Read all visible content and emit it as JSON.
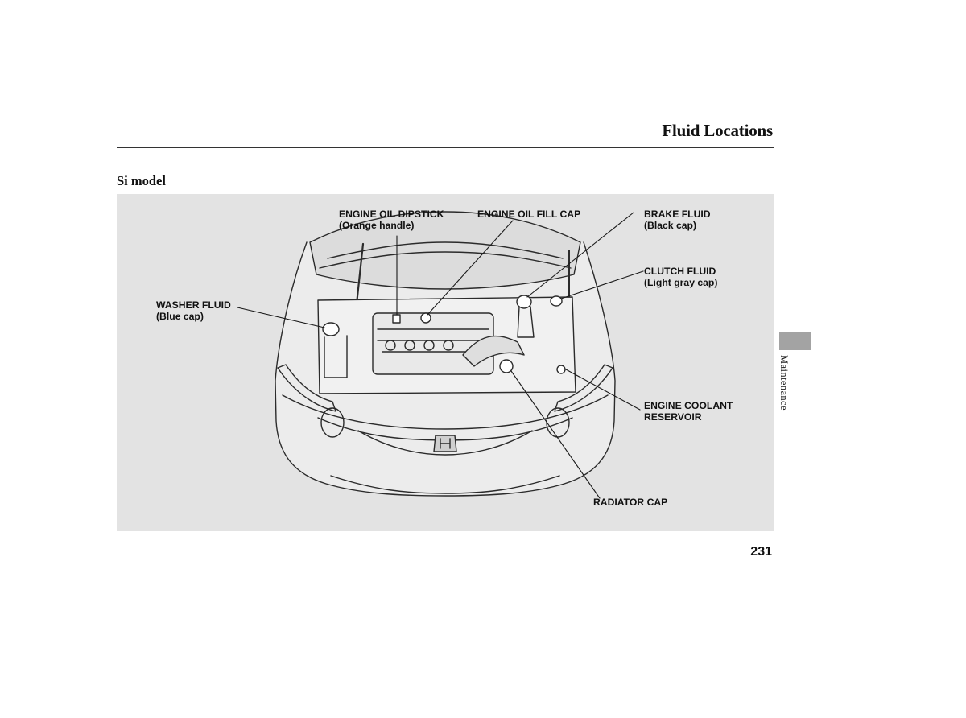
{
  "header": {
    "title": "Fluid Locations"
  },
  "section": {
    "heading": "Si model"
  },
  "callouts": {
    "engine_oil_dipstick": {
      "line1": "ENGINE OIL DIPSTICK",
      "line2": "(Orange handle)"
    },
    "engine_oil_fill_cap": {
      "line1": "ENGINE OIL FILL CAP"
    },
    "brake_fluid": {
      "line1": "BRAKE FLUID",
      "line2": "(Black cap)"
    },
    "clutch_fluid": {
      "line1": "CLUTCH FLUID",
      "line2": "(Light gray cap)"
    },
    "washer_fluid": {
      "line1": "WASHER FLUID",
      "line2": "(Blue cap)"
    },
    "engine_coolant_reservoir": {
      "line1": "ENGINE COOLANT",
      "line2": "RESERVOIR"
    },
    "radiator_cap": {
      "line1": "RADIATOR CAP"
    }
  },
  "sidebar": {
    "tab_label": "Maintenance"
  },
  "footer": {
    "page_number": "231"
  },
  "colors": {
    "panel_background": "#e3e3e3",
    "side_tab": "#a3a3a3",
    "line_art": "#2b2b2b"
  }
}
